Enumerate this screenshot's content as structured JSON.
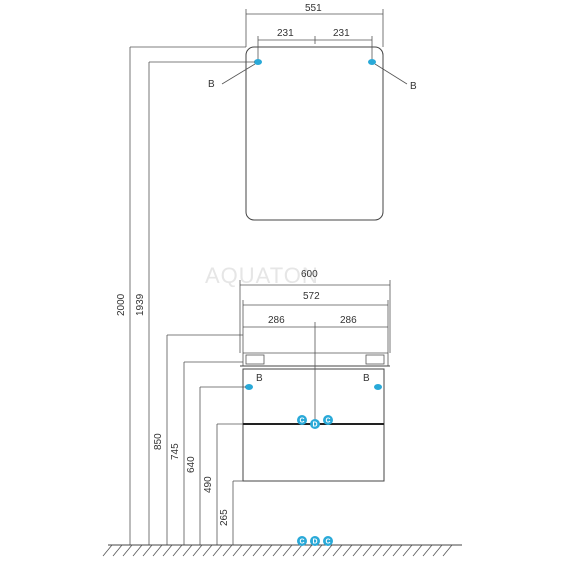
{
  "mirror": {
    "width_dim": "551",
    "left_half_dim": "231",
    "right_half_dim": "231",
    "left_fixing_label": "B",
    "right_fixing_label": "B"
  },
  "cabinet": {
    "total_width_dim": "600",
    "inner_width_dim": "572",
    "left_half_dim": "286",
    "right_half_dim": "286",
    "left_fixing_label": "B",
    "right_fixing_label": "B"
  },
  "vertical_dims": [
    "2000",
    "1939",
    "850",
    "745",
    "640",
    "490",
    "265"
  ],
  "connections": {
    "cabinet": [
      "C",
      "D",
      "C"
    ],
    "floor": [
      "C",
      "D",
      "C"
    ]
  },
  "watermark": "AQUATON",
  "colors": {
    "hot_water": "#29a9d8",
    "drain": "#29a9d8",
    "fixing_point": "#29a9d8",
    "line": "#444444"
  }
}
